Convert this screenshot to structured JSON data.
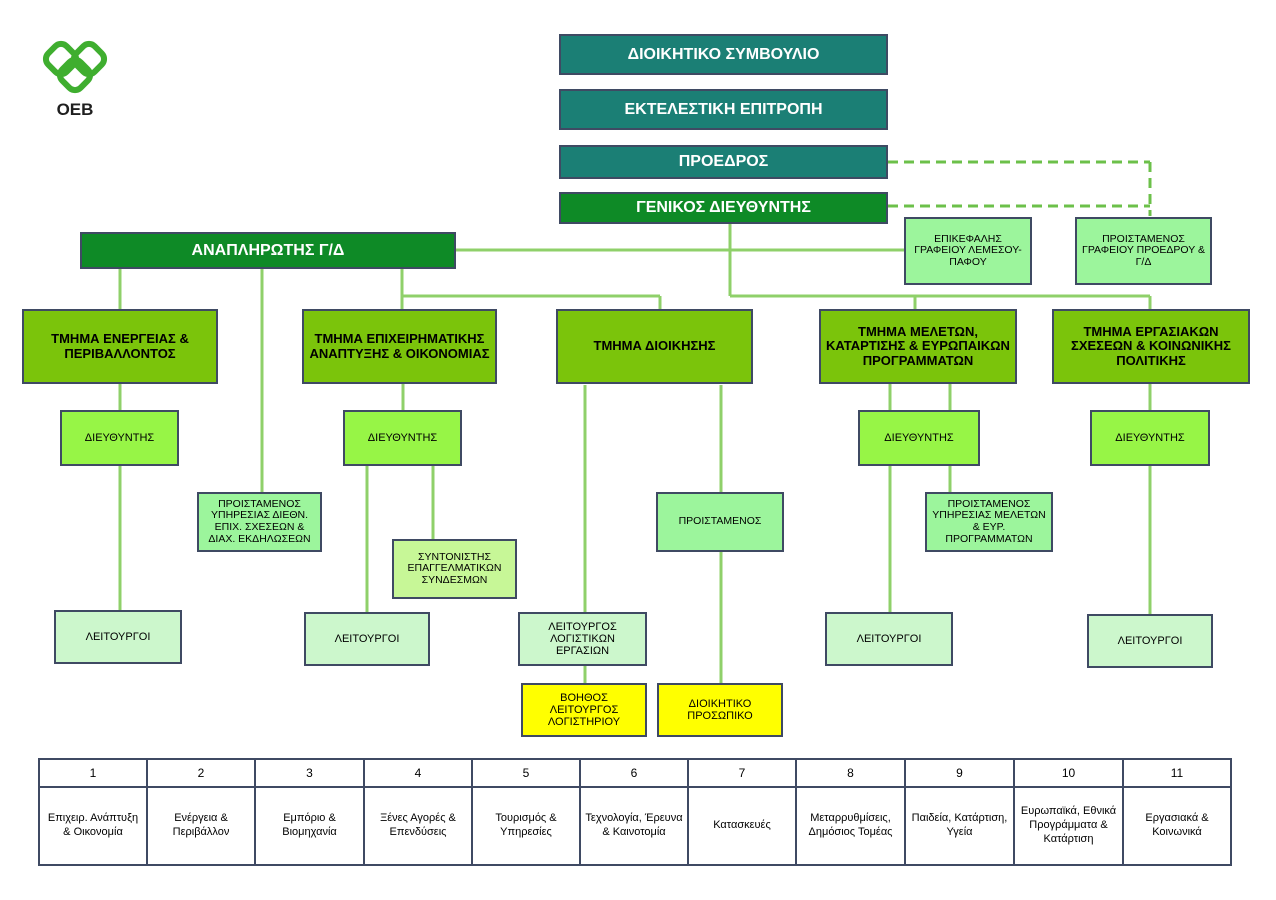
{
  "logo": {
    "text": "ΟΕΒ",
    "color": "#3fae2f"
  },
  "top": {
    "board": "ΔΙΟΙΚΗΤΙΚΟ ΣΥΜΒΟΥΛΙΟ",
    "executive": "ΕΚΤΕΛΕΣΤΙΚΗ ΕΠΙΤΡΟΠΗ",
    "president": "ΠΡΟΕΔΡΟΣ",
    "general_director": "ΓΕΝΙΚΟΣ ΔΙΕΥΘΥΝΤΗΣ",
    "deputy_gd": "ΑΝΑΠΛΗΡΩΤΗΣ Γ/Δ",
    "limassol_head": "ΕΠΙΚΕΦΑΛΗΣ ΓΡΑΦΕΙΟΥ ΛΕΜΕΣΟΥ-ΠΑΦΟΥ",
    "president_office_head": "ΠΡΟΙΣΤΑΜΕΝΟΣ ΓΡΑΦΕΙΟΥ ΠΡΟΕΔΡΟΥ & Γ/Δ"
  },
  "departments": {
    "energy": "ΤΜΗΜΑ ΕΝΕΡΓΕΙΑΣ & ΠΕΡΙΒΑΛΛΟΝΤΟΣ",
    "business": "ΤΜΗΜΑ ΕΠΙΧΕΙΡΗΜΑΤΙΚΗΣ ΑΝΑΠΤΥΞΗΣ & ΟΙΚΟΝΟΜΙΑΣ",
    "admin": "ΤΜΗΜΑ ΔΙΟΙΚΗΣΗΣ",
    "studies": "ΤΜΗΜΑ ΜΕΛΕΤΩΝ, ΚΑΤΑΡΤΙΣΗΣ & ΕΥΡΩΠΑΙΚΩΝ ΠΡΟΓΡΑΜΜΑΤΩΝ",
    "labour": "ΤΜΗΜΑ ΕΡΓΑΣΙΑΚΩΝ ΣΧΕΣΕΩΝ & ΚΟΙΝΩΝΙΚΗΣ ΠΟΛΙΤΙΚΗΣ"
  },
  "roles": {
    "director": "ΔΙΕΥΘΥΝΤΗΣ",
    "officers": "ΛΕΙΤΟΥΡΓΟΙ",
    "intl_head": "ΠΡΟΙΣΤΑΜΕΝΟΣ ΥΠΗΡΕΣΙΑΣ ΔΙΕΘΝ. ΕΠΙΧ. ΣΧΕΣΕΩΝ & ΔΙΑΧ. ΕΚΔΗΛΩΣΕΩΝ",
    "coordinator": "ΣΥΝΤΟΝΙΣΤΗΣ ΕΠΑΓΓΕΛΜΑΤΙΚΩΝ ΣΥΝΔΕΣΜΩΝ",
    "supervisor": "ΠΡΟΙΣΤΑΜΕΝΟΣ",
    "accounting_officer": "ΛΕΙΤΟΥΡΓΟΣ ΛΟΓΙΣΤΙΚΩΝ ΕΡΓΑΣΙΩΝ",
    "assistant_accounting": "ΒΟΗΘΟΣ ΛΕΙΤΟΥΡΓΟΣ ΛΟΓΙΣΤΗΡΙΟΥ",
    "admin_staff": "ΔΙΟΙΚΗΤΙΚΟ ΠΡΟΣΩΠΙΚΟ",
    "studies_head": "ΠΡΟΙΣΤΑΜΕΝΟΣ ΥΠΗΡΕΣΙΑΣ ΜΕΛΕΤΩΝ & ΕΥΡ. ΠΡΟΓΡΑΜΜΑΤΩΝ"
  },
  "table": {
    "numbers": [
      "1",
      "2",
      "3",
      "4",
      "5",
      "6",
      "7",
      "8",
      "9",
      "10",
      "11"
    ],
    "labels": [
      "Επιχειρ. Ανάπτυξη & Οικονομία",
      "Ενέργεια & Περιβάλλον",
      "Εμπόριο & Βιομηχανία",
      "Ξένες Αγορές & Επενδύσεις",
      "Τουρισμός & Υπηρεσίες",
      "Τεχνολογία, Έρευνα & Καινοτομία",
      "Κατασκευές",
      "Μεταρρυθμίσεις, Δημόσιος Τομέας",
      "Παιδεία, Κατάρτιση, Υγεία",
      "Ευρωπαϊκά, Εθνικά Προγράμματα & Κατάρτιση",
      "Εργασιακά & Κοινωνικά"
    ]
  },
  "colors": {
    "teal": "#1b7f75",
    "dark_green": "#0e8a26",
    "department_green": "#7bc40b",
    "director_green": "#97f546",
    "connector": "#8fd06a",
    "dashed": "#6cc04a",
    "yellow": "#ffff00"
  }
}
